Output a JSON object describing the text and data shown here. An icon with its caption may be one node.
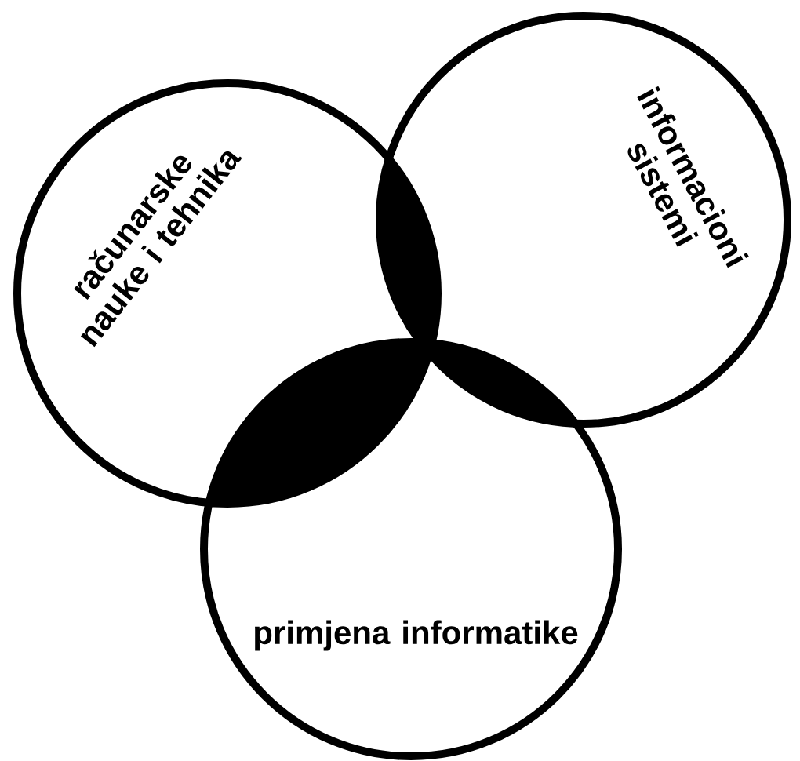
{
  "diagram": {
    "nodes": [
      {
        "text": [
          "računarske nauke i tehnika"
        ]
      },
      {
        "text": [
          "informacioni sistemi"
        ]
      },
      {
        "text": [
          "primjena informatike"
        ]
      }
    ]
  }
}
